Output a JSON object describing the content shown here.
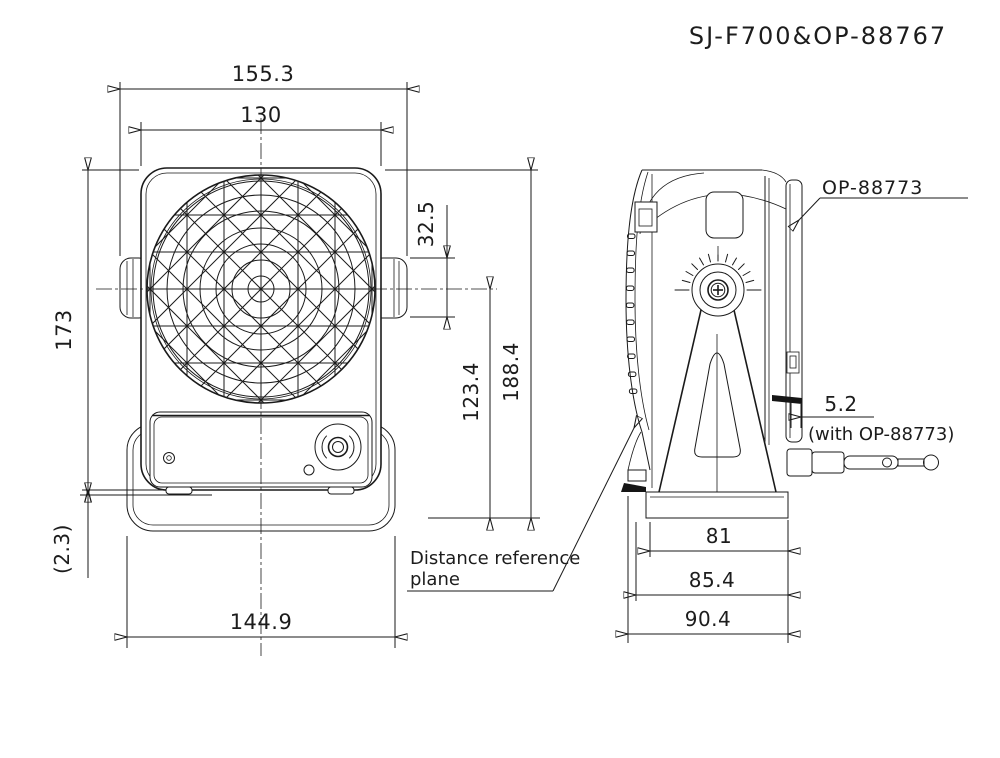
{
  "title": "SJ-F700&OP-88767",
  "dims": {
    "overall_width": "155.3",
    "body_width": "130",
    "body_height": "173",
    "foot_gap": "(2.3)",
    "base_width": "144.9",
    "knob_height": "32.5",
    "center_to_bottom": "123.4",
    "overall_height": "188.4",
    "plate_offset": "5.2",
    "plate_offset_note": "(with OP-88773)",
    "stand_width": "81",
    "stand_depth": "85.4",
    "overall_depth": "90.4"
  },
  "labels": {
    "option_plate": "OP-88773",
    "distance_ref_line1": "Distance reference",
    "distance_ref_line2": "plane"
  },
  "colors": {
    "line": "#1a1a1a",
    "background": "#ffffff"
  }
}
